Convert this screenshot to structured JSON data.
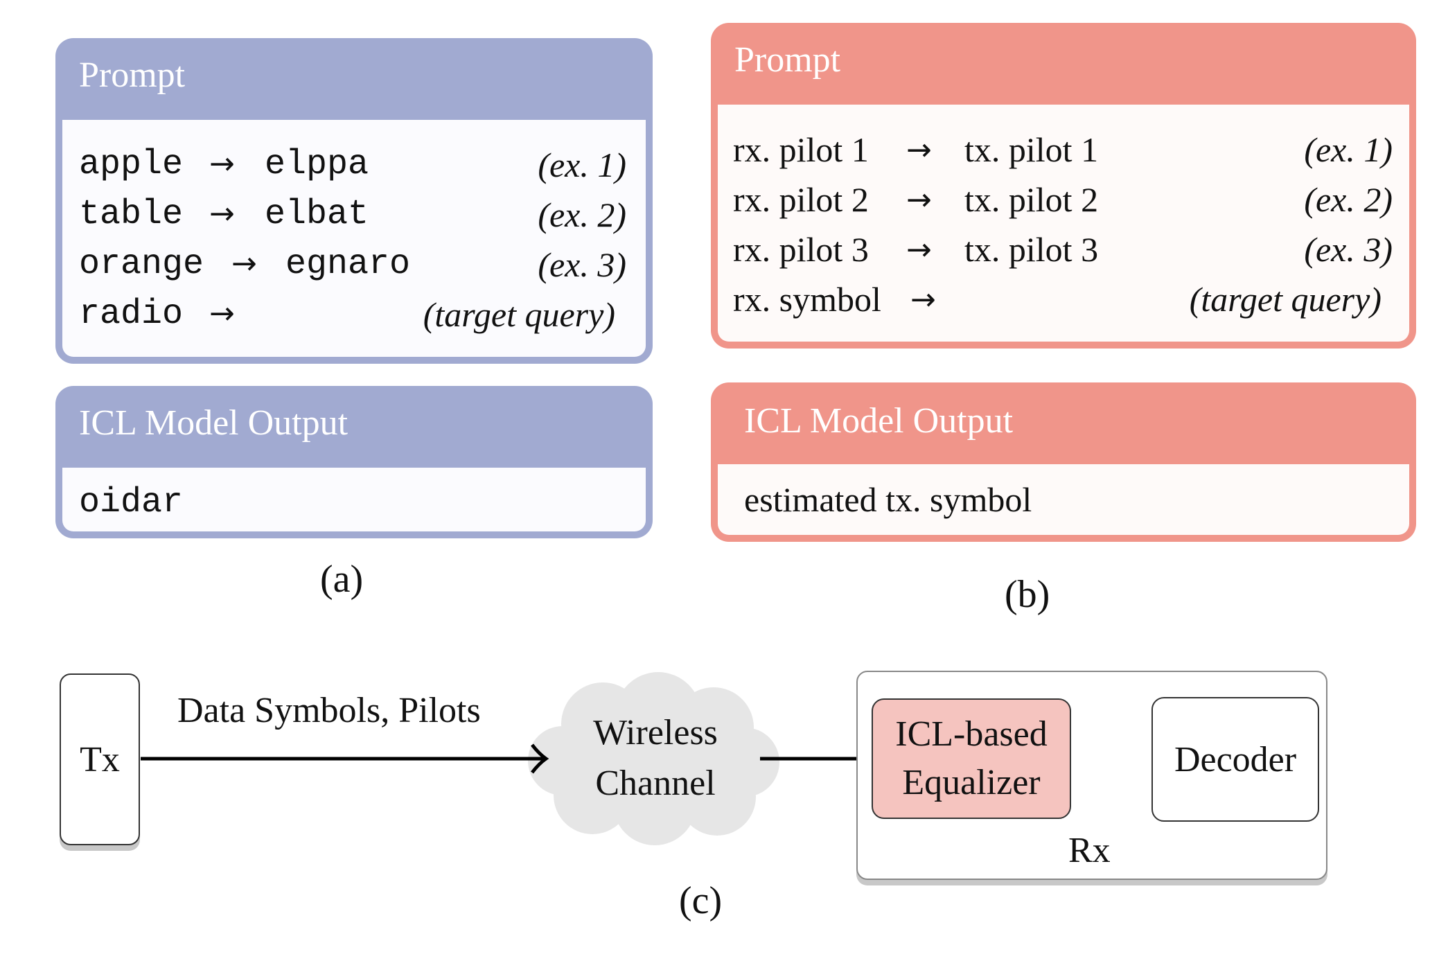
{
  "panel_a": {
    "prompt_header": "Prompt",
    "rows": [
      {
        "input": "apple",
        "arrow": "→",
        "output": "elppa",
        "tag": "(ex. 1)"
      },
      {
        "input": "table",
        "arrow": "→",
        "output": "elbat",
        "tag": "(ex. 2)"
      },
      {
        "input": "orange",
        "arrow": "→",
        "output": "egnaro",
        "tag": "(ex. 3)"
      },
      {
        "input": "radio",
        "arrow": "→",
        "output": "",
        "tag": "(target query)"
      }
    ],
    "output_header": "ICL Model Output",
    "output_value": "oidar",
    "caption": "(a)"
  },
  "panel_b": {
    "prompt_header": "Prompt",
    "rows": [
      {
        "input": "rx. pilot 1",
        "arrow": "→",
        "output": "tx. pilot 1",
        "tag": "(ex. 1)"
      },
      {
        "input": "rx. pilot 2",
        "arrow": "→",
        "output": "tx. pilot 2",
        "tag": "(ex. 2)"
      },
      {
        "input": "rx. pilot 3",
        "arrow": "→",
        "output": "tx. pilot 3",
        "tag": "(ex. 3)"
      },
      {
        "input": "rx. symbol",
        "arrow": "→",
        "output": "",
        "tag": "(target query)"
      }
    ],
    "output_header": "ICL Model Output",
    "output_value": "estimated tx. symbol",
    "caption": "(b)"
  },
  "panel_c": {
    "tx_label": "Tx",
    "link_label": "Data Symbols, Pilots",
    "channel_line1": "Wireless",
    "channel_line2": "Channel",
    "equalizer_line1": "ICL-based",
    "equalizer_line2": "Equalizer",
    "decoder_label": "Decoder",
    "rx_label": "Rx",
    "caption": "(c)"
  },
  "colors": {
    "blue_panel": "#a1aad1",
    "red_panel": "#f0958a",
    "equalizer_fill": "#f5c4bf",
    "cloud_fill": "#e6e6e6"
  }
}
